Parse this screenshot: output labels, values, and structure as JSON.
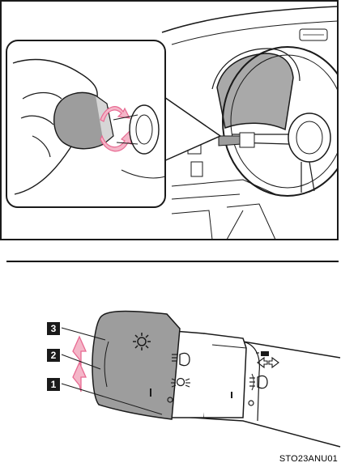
{
  "figure": {
    "id_code": "STO23ANU01"
  },
  "callouts": [
    {
      "label": "3"
    },
    {
      "label": "2"
    },
    {
      "label": "1"
    }
  ],
  "colors": {
    "rotation_arrow": "#e86a92",
    "rotation_arrow_fill": "#f4b6c8",
    "lever_gray": "#9d9d9d",
    "panel_gray": "#a9a9a9",
    "line": "#1a1a1a"
  },
  "icons": [
    "light-switch-auto-icon",
    "headlight-icon",
    "tail-light-icon",
    "front-fog-light-icon",
    "turn-signal-arrows-icon"
  ]
}
